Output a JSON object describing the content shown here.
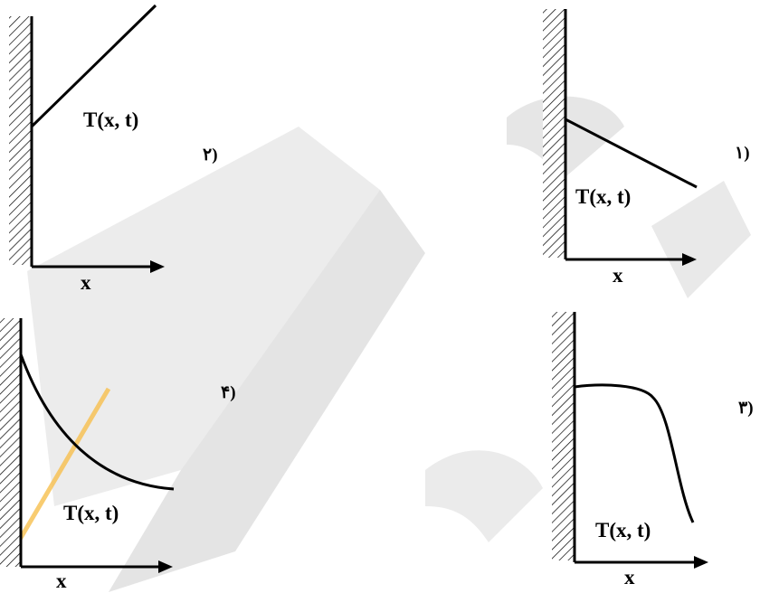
{
  "colors": {
    "ink": "#000000",
    "watermark": "#8a8a8a",
    "accent": "#f7b83a"
  },
  "panels": [
    {
      "option": "(۲",
      "curve_label": "T(x, t)",
      "x_label": "x",
      "profile": "linear-increasing"
    },
    {
      "option": "(۱",
      "curve_label": "T(x, t)",
      "x_label": "x",
      "profile": "linear-decreasing"
    },
    {
      "option": "(۴",
      "curve_label": "T(x, t)",
      "x_label": "x",
      "profile": "exponential-decay"
    },
    {
      "option": "(۳",
      "curve_label": "T(x, t)",
      "x_label": "x",
      "profile": "flat-then-drop"
    }
  ]
}
